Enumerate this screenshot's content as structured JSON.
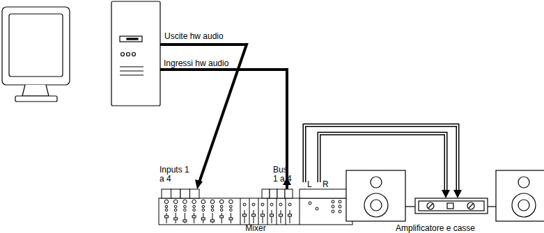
{
  "diagram": {
    "nodes": [
      {
        "text": [
          "Mixer"
        ]
      },
      {
        "text": [
          "Amplificatore e casse"
        ]
      }
    ],
    "edges": [
      {
        "from": 0,
        "to": 1,
        "arrow": "to"
      },
      {
        "from": 0,
        "to": 1,
        "arrow": "to"
      }
    ],
    "labels": [
      "Uscite hw audio",
      "Ingressi hw audio",
      "Inputs 1 a 4",
      "Bus 1 a 4",
      "L",
      "R"
    ]
  }
}
